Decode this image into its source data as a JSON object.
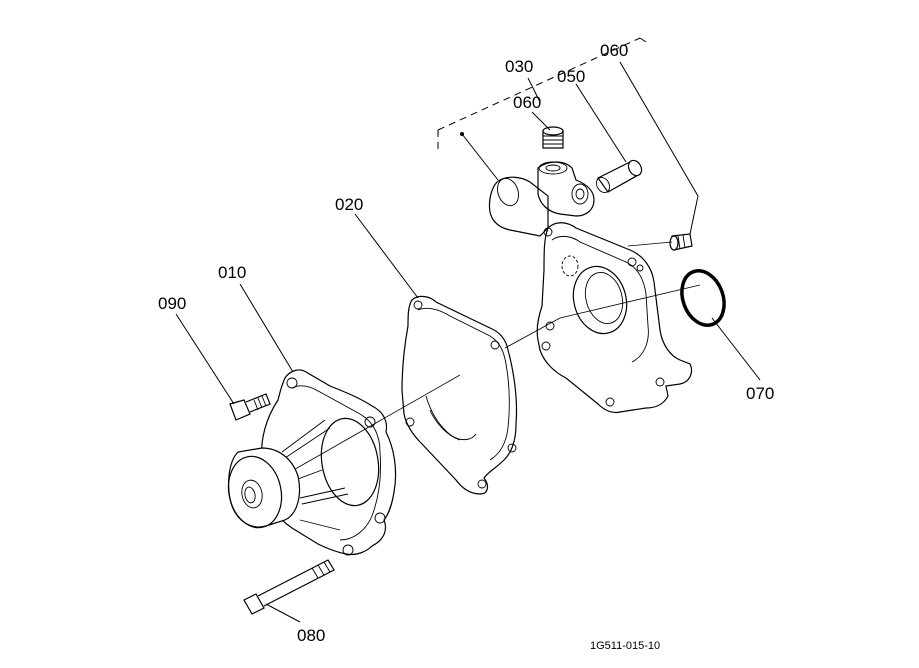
{
  "labels": {
    "p030": "030",
    "p050": "050",
    "p060a": "060",
    "p060b": "060",
    "p020": "020",
    "p010": "010",
    "p090": "090",
    "p070": "070",
    "p080": "080"
  },
  "drawing_code": "1G511-015-10"
}
